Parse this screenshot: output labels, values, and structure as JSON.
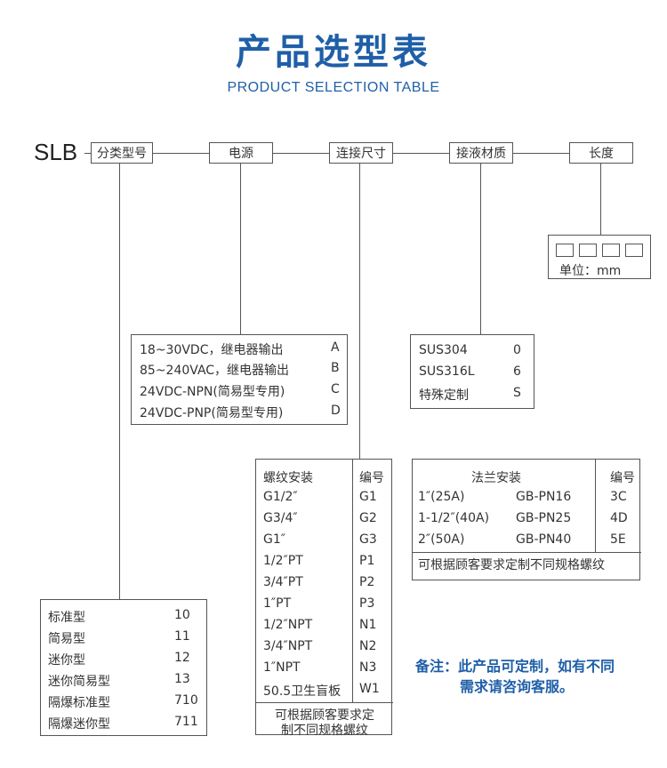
{
  "header": {
    "title": "产品选型表",
    "subtitle": "PRODUCT SELECTION TABLE"
  },
  "model_code": "SLB",
  "fields": [
    "分类型号",
    "电源",
    "连接尺寸",
    "接液材质",
    "长度"
  ],
  "length": {
    "unit_label": "单位：mm"
  },
  "power_options": [
    {
      "label": "18~30VDC，继电器输出",
      "code": "A"
    },
    {
      "label": "85~240VAC，继电器输出",
      "code": "B"
    },
    {
      "label": "24VDC-NPN(简易型专用)",
      "code": "C"
    },
    {
      "label": "24VDC-PNP(简易型专用)",
      "code": "D"
    }
  ],
  "material_options": [
    {
      "label": "SUS304",
      "code": "0"
    },
    {
      "label": "SUS316L",
      "code": "6"
    },
    {
      "label": "特殊定制",
      "code": "S"
    }
  ],
  "thread_table": {
    "header_name": "螺纹安装",
    "header_code": "编号",
    "rows": [
      {
        "label": "G1/2″",
        "code": "G1"
      },
      {
        "label": "G3/4″",
        "code": "G2"
      },
      {
        "label": "G1″",
        "code": "G3"
      },
      {
        "label": "1/2″PT",
        "code": "P1"
      },
      {
        "label": "3/4″PT",
        "code": "P2"
      },
      {
        "label": "1″PT",
        "code": "P3"
      },
      {
        "label": "1/2″NPT",
        "code": "N1"
      },
      {
        "label": "3/4″NPT",
        "code": "N2"
      },
      {
        "label": "1″NPT",
        "code": "N3"
      },
      {
        "label": "50.5卫生盲板",
        "code": "W1"
      }
    ],
    "footer_line1": "可根据顾客要求定",
    "footer_line2": "制不同规格螺纹"
  },
  "flange_table": {
    "header_name": "法兰安装",
    "header_code": "编号",
    "rows": [
      {
        "size": "1″(25A)",
        "standard": "GB-PN16",
        "code": "3C"
      },
      {
        "size": "1-1/2″(40A)",
        "standard": "GB-PN25",
        "code": "4D"
      },
      {
        "size": "2″(50A)",
        "standard": "GB-PN40",
        "code": "5E"
      }
    ],
    "footer": "可根据顾客要求定制不同规格螺纹"
  },
  "type_options": [
    {
      "label": "标准型",
      "code": "10"
    },
    {
      "label": "简易型",
      "code": "11"
    },
    {
      "label": "迷你型",
      "code": "12"
    },
    {
      "label": "迷你简易型",
      "code": "13"
    },
    {
      "label": "隔爆标准型",
      "code": "710"
    },
    {
      "label": "隔爆迷你型",
      "code": "711"
    }
  ],
  "note": {
    "line1": "备注：此产品可定制，如有不同",
    "line2": "需求请咨询客服。"
  }
}
